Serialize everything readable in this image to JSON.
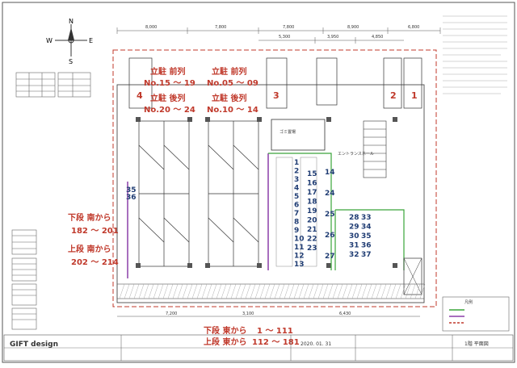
{
  "compass": {
    "n": "N",
    "s": "S",
    "e": "E",
    "w": "W"
  },
  "parking_labels": [
    {
      "id": "front-left-title",
      "text": "立駐 前列"
    },
    {
      "id": "front-left-range",
      "text": "No.15 ～ 19"
    },
    {
      "id": "front-right-title",
      "text": "立駐 前列"
    },
    {
      "id": "front-right-range",
      "text": "No.05 ～ 09"
    },
    {
      "id": "rear-left-title",
      "text": "立駐 後列"
    },
    {
      "id": "rear-left-range",
      "text": "No.20 ～ 24"
    },
    {
      "id": "rear-right-title",
      "text": "立駐 後列"
    },
    {
      "id": "rear-right-range",
      "text": "No.10 ～ 14"
    }
  ],
  "bay_numbers": [
    "4",
    "3",
    "2",
    "1"
  ],
  "side_labels": {
    "lower_south": "下段 南から",
    "lower_south_range": "182 ～ 201",
    "upper_south": "上段 南から",
    "upper_south_range": "202 ～ 214",
    "lower_east": "下段 東から",
    "lower_east_range": "1 ～ 111",
    "upper_east": "上段 東から",
    "upper_east_range": "112 ～ 181"
  },
  "bike_left": [
    "1",
    "2",
    "3",
    "4",
    "5",
    "6",
    "7",
    "8",
    "9",
    "10",
    "11",
    "12",
    "13"
  ],
  "bike_mid": [
    "15",
    "16",
    "17",
    "18",
    "19",
    "20",
    "21",
    "22",
    "23"
  ],
  "bike_right": [
    "14",
    "24",
    "25",
    "26",
    "27"
  ],
  "bike_far": [
    "28",
    "29",
    "30",
    "31",
    "32",
    "33",
    "34",
    "35",
    "36",
    "37"
  ],
  "bike_wall": [
    "35",
    "36"
  ],
  "dims_top": [
    "8,000",
    "7,800",
    "7,800",
    "8,900",
    "6,800"
  ],
  "dims_top2": [
    "5,300",
    "3,950",
    "4,850"
  ],
  "dims_bottom": [
    "7,200",
    "3,100",
    "6,430"
  ],
  "room_label": "ゴミ置場",
  "hall_label": "エントランスホール",
  "brand": "GIFT design",
  "date": "2020. 01. 31",
  "sheet_title": "1階 平面図",
  "legend_title": "凡例",
  "colors": {
    "red": "#c0392b",
    "navy": "#1f3c73",
    "green": "#3aa53a",
    "purple": "#8b3fa8",
    "line": "#333333"
  }
}
